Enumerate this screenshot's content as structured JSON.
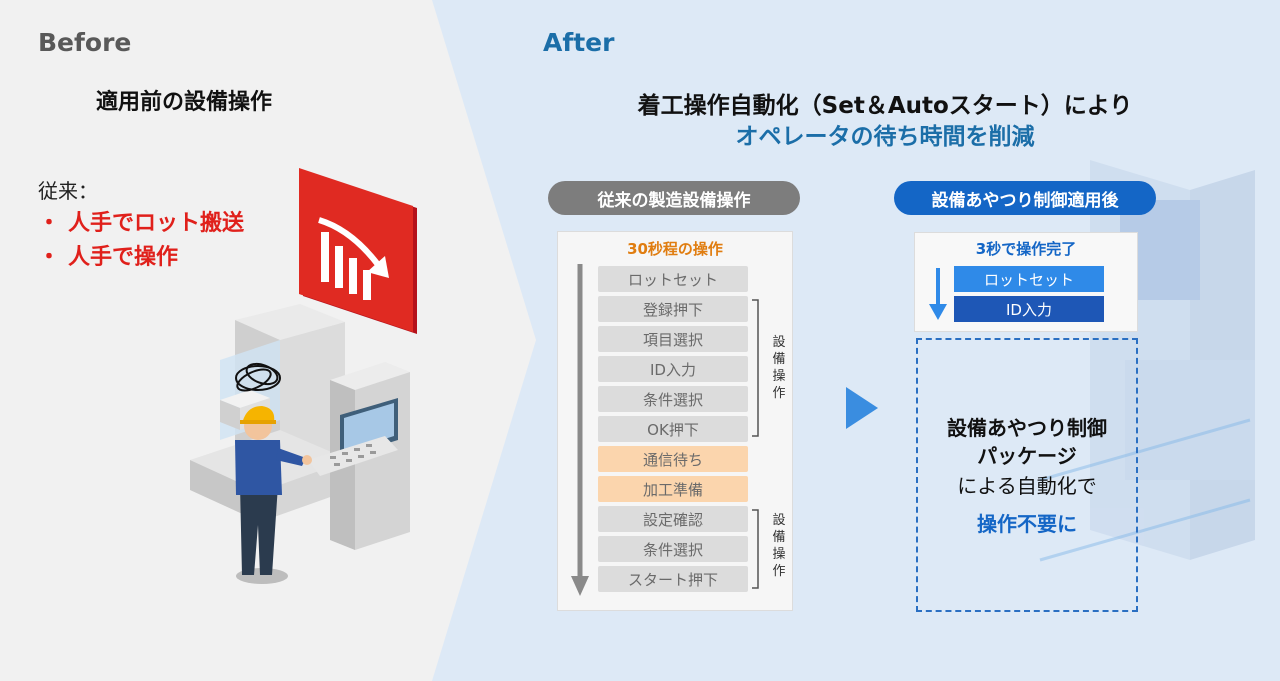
{
  "before": {
    "title": "Before",
    "subtitle": "適用前の設備操作",
    "intro": "従来：",
    "bullets": [
      "人手でロット搬送",
      "人手で操作"
    ],
    "bullet_mark": "・"
  },
  "after": {
    "title": "After",
    "headline": "着工操作自動化（Set＆Autoスタート）により",
    "headline_emphasis": "オペレータの待ち時間を削減"
  },
  "conventional": {
    "label": "従来の製造設備操作",
    "panel_title": "30秒程の操作",
    "steps": [
      "ロットセット",
      "登録押下",
      "項目選択",
      "ID入力",
      "条件選択",
      "OK押下",
      "通信待ち",
      "加工準備",
      "設定確認",
      "条件選択",
      "スタート押下"
    ],
    "group_label": "設備操作"
  },
  "improved": {
    "label": "設備あやつり制御適用後",
    "panel_title": "3秒で操作完了",
    "steps": [
      "ロットセット",
      "ID入力"
    ],
    "package_line1": "設備あやつり制御",
    "package_line2": "パッケージ",
    "package_line3": "による自動化で",
    "result": "操作不要に"
  },
  "colors": {
    "accent_blue": "#1466c6",
    "title_blue": "#1b6ea8",
    "alert_red": "#e0201b",
    "wait_orange": "#fbd5ad"
  }
}
